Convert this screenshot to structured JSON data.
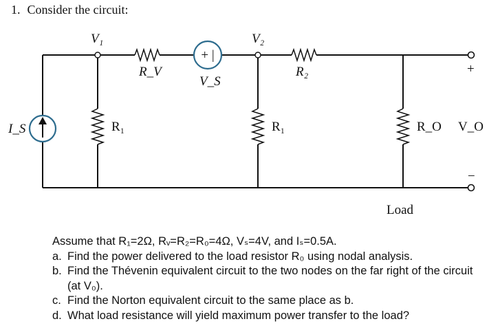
{
  "problem": {
    "number": "1.",
    "title": "Consider the circuit:"
  },
  "circuit": {
    "labels": {
      "v1": "V₁",
      "v2": "V₂",
      "rv": "R_V",
      "vs": "V_S",
      "r2": "R₂",
      "is": "I_S",
      "r1_left": "R₁",
      "r1_mid": "R₁",
      "ro": "R_O",
      "vo": "V_O",
      "plus": "+",
      "minus": "−",
      "load": "Load",
      "vs_symbol": "+ |"
    },
    "colors": {
      "source_outline": "#2d6c8e",
      "wire": "#111111"
    }
  },
  "questions": {
    "intro": "Assume that R₁=2Ω, Rᵥ=R₂=R₀=4Ω, Vₛ=4V, and Iₛ=0.5A.",
    "items": [
      {
        "letter": "a.",
        "text": "Find the power delivered to the load resistor R₀ using nodal analysis."
      },
      {
        "letter": "b.",
        "text": "Find the Thévenin equivalent circuit to the two nodes on the far right of the circuit (at V₀)."
      },
      {
        "letter": "c.",
        "text": "Find the Norton equivalent circuit to the same place as b."
      },
      {
        "letter": "d.",
        "text": "What load resistance will yield maximum power transfer to the load?"
      }
    ]
  }
}
